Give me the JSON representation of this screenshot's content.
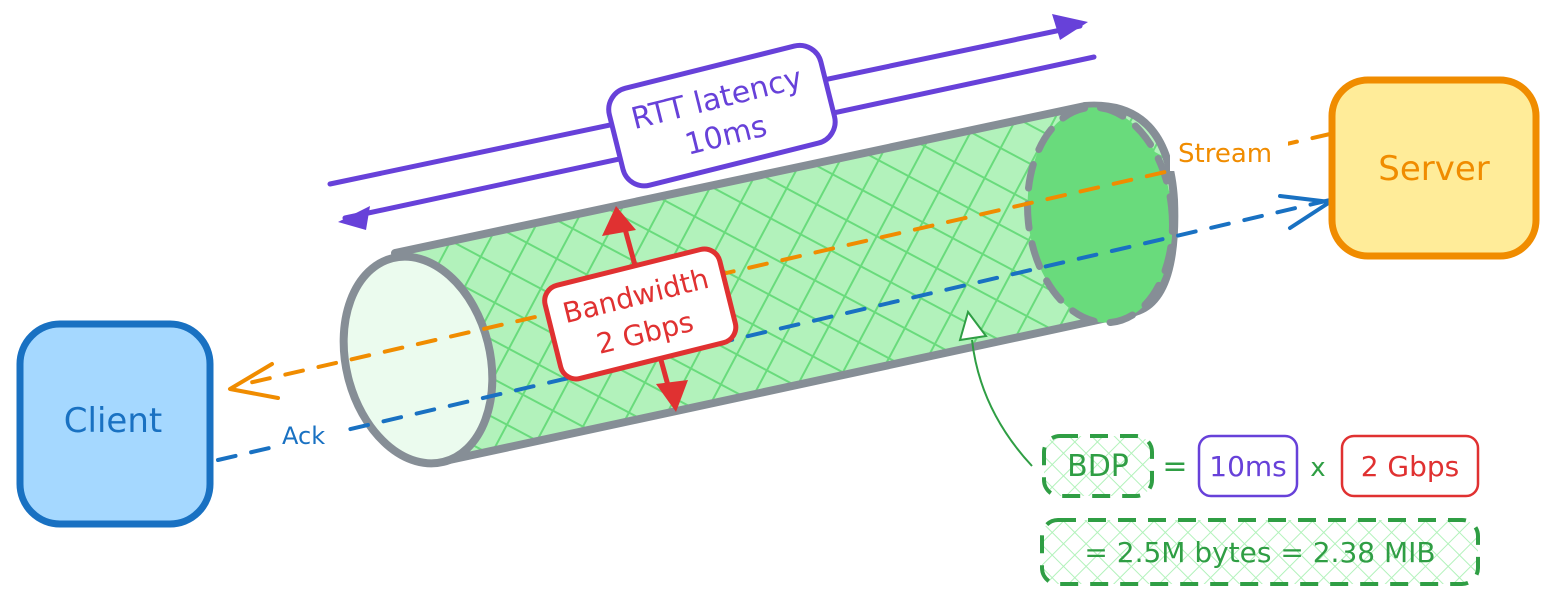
{
  "nodes": {
    "client": {
      "label": "Client",
      "fill": "#a5d8ff",
      "stroke": "#1971c2",
      "text_color": "#1971c2"
    },
    "server": {
      "label": "Server",
      "fill": "#ffec99",
      "stroke": "#f08c00",
      "text_color": "#f08c00"
    }
  },
  "pipe": {
    "stroke": "#868e96",
    "fill": "#b2f2bb",
    "hatch": "#69db7c",
    "front_face_fill": "#ebfbee",
    "back_face_fill": "#69db7c"
  },
  "latency": {
    "line1": "RTT latency",
    "line2": "10ms",
    "color": "#6741d9"
  },
  "bandwidth": {
    "line1": "Bandwidth",
    "line2": "2 Gbps",
    "color": "#e03131"
  },
  "flows": {
    "stream": {
      "label": "Stream",
      "color": "#f08c00",
      "direction": "server-to-client"
    },
    "ack": {
      "label": "Ack",
      "color": "#1971c2",
      "direction": "client-to-server"
    }
  },
  "formula": {
    "bdp": "BDP",
    "equals": "=",
    "latency": "10ms",
    "times": "x",
    "bandwidth": "2 Gbps",
    "result": "= 2.5M bytes = 2.38 MIB",
    "color": "#2f9e44",
    "hatch": "#b2f2bb"
  }
}
